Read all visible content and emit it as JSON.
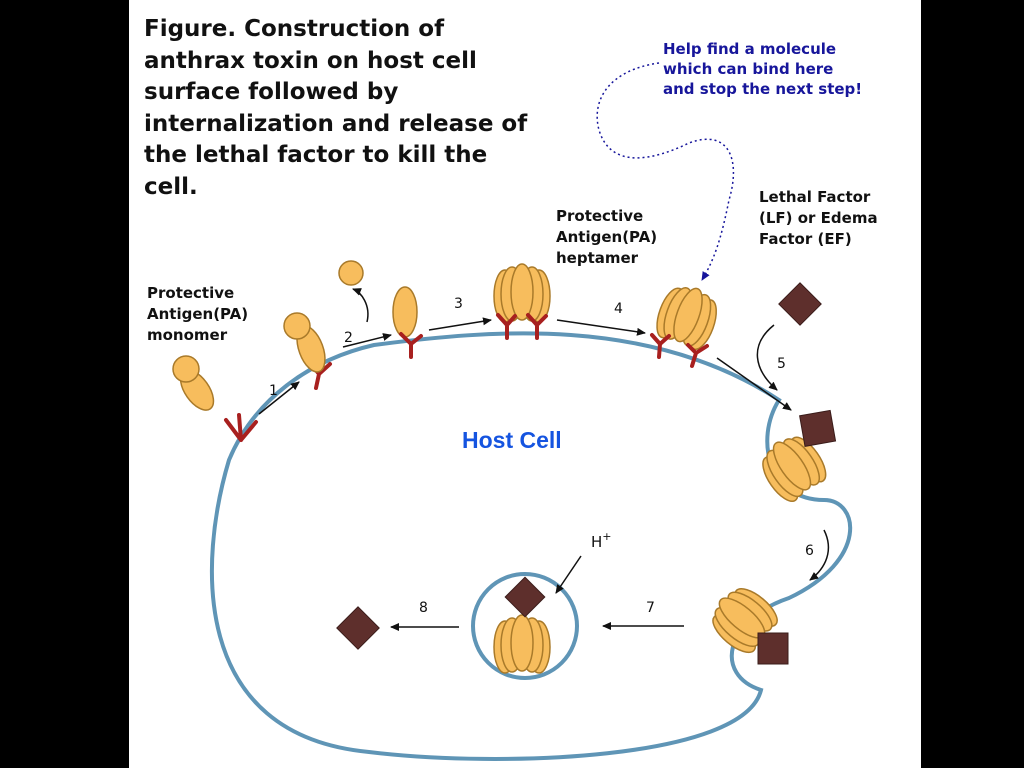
{
  "title": "Figure. Construction of\nanthrax toxin on host cell\nsurface followed by\ninternalization and release of\nthe lethal factor to kill the\ncell.",
  "callout": "Help find a molecule\nwhich can bind here\nand stop the next step!",
  "labels": {
    "pa_monomer": "Protective\nAntigen(PA)\nmonomer",
    "pa_heptamer": "Protective\nAntigen(PA)\nheptamer",
    "lethal_factor": "Lethal Factor\n(LF) or Edema\nFactor (EF)",
    "host_cell": "Host Cell"
  },
  "steps": [
    "1",
    "2",
    "3",
    "4",
    "5",
    "6",
    "7",
    "8"
  ],
  "hplus": "H",
  "hplus_sup": "+",
  "colors": {
    "membrane": "#5f95b6",
    "pa": "#f7bd5d",
    "pa_outline": "#a97a2a",
    "receptor": "#a8201f",
    "factor": "#5e2f2c",
    "callout": "#17169b",
    "host_label": "#1554e0"
  }
}
